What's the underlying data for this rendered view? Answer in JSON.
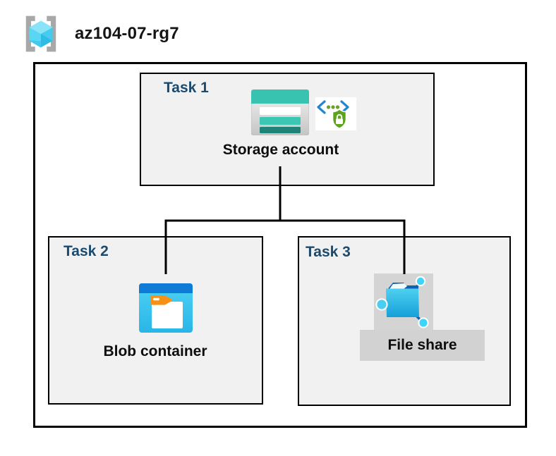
{
  "header": {
    "title": "az104-07-rg7",
    "icon": "resource-group-icon"
  },
  "tasks": {
    "task1": {
      "label": "Task 1",
      "item": "Storage account",
      "icons": [
        "storage-account-icon",
        "code-security-lock-icon"
      ]
    },
    "task2": {
      "label": "Task 2",
      "item": "Blob container",
      "icons": [
        "blob-container-icon"
      ]
    },
    "task3": {
      "label": "Task 3",
      "item": "File share",
      "icons": [
        "file-share-icon"
      ]
    }
  },
  "connections": [
    {
      "from": "Storage account",
      "to": "Blob container"
    },
    {
      "from": "Storage account",
      "to": "File share"
    }
  ],
  "colors": {
    "task_label": "#1b4a6e",
    "box_fill": "#f1f1f1",
    "box_border": "#000000",
    "connector": "#000000",
    "storage_teal": "#38c3b1",
    "storage_teal_dark": "#1f8378",
    "blob_top_blue": "#0e7bd6",
    "blob_body_blue": "#3fc9f0",
    "folder_tab_orange": "#f59116",
    "shield_green": "#5ea31c",
    "file_share_blue": "#2bb3e6",
    "highlight_gray": "#d3d3d3",
    "bracket_gray": "#a8a8a8",
    "cube_cyan": "#55d4f3"
  }
}
